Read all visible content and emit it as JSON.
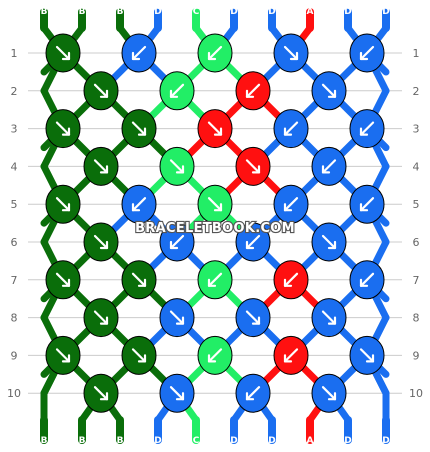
{
  "colors": {
    "B": "#0a6e0a",
    "C": "#22ee66",
    "D": "#1a6ef0",
    "A": "#ff1010",
    "knot_stroke": "#000000",
    "arrow": "#ffffff",
    "guide": "#cccccc",
    "label_text": "#666666"
  },
  "strands_top": [
    "B",
    "B",
    "B",
    "D",
    "C",
    "D",
    "D",
    "A",
    "D",
    "D"
  ],
  "strands_bottom": [
    "B",
    "B",
    "B",
    "D",
    "C",
    "D",
    "D",
    "A",
    "D",
    "D"
  ],
  "row_labels": [
    "1",
    "2",
    "3",
    "4",
    "5",
    "6",
    "7",
    "8",
    "9",
    "10"
  ],
  "watermark": "BRACELETBOOK.COM",
  "knots": [
    [
      {
        "c": "B",
        "d": "se"
      },
      {
        "c": "D",
        "d": "sw"
      },
      {
        "c": "C",
        "d": "sw"
      },
      {
        "c": "D",
        "d": "se"
      },
      {
        "c": "D",
        "d": "sw"
      }
    ],
    [
      {
        "c": "B",
        "d": "se"
      },
      {
        "c": "C",
        "d": "sw"
      },
      {
        "c": "A",
        "d": "sw"
      },
      {
        "c": "D",
        "d": "se"
      }
    ],
    [
      {
        "c": "B",
        "d": "se"
      },
      {
        "c": "B",
        "d": "se"
      },
      {
        "c": "A",
        "d": "se"
      },
      {
        "c": "D",
        "d": "sw"
      },
      {
        "c": "D",
        "d": "sw"
      }
    ],
    [
      {
        "c": "B",
        "d": "se"
      },
      {
        "c": "C",
        "d": "se"
      },
      {
        "c": "A",
        "d": "se"
      },
      {
        "c": "D",
        "d": "sw"
      }
    ],
    [
      {
        "c": "B",
        "d": "se"
      },
      {
        "c": "D",
        "d": "sw"
      },
      {
        "c": "C",
        "d": "se"
      },
      {
        "c": "D",
        "d": "sw"
      },
      {
        "c": "D",
        "d": "sw"
      }
    ],
    [
      {
        "c": "B",
        "d": "se"
      },
      {
        "c": "D",
        "d": "sw"
      },
      {
        "c": "D",
        "d": "sw"
      },
      {
        "c": "D",
        "d": "se"
      }
    ],
    [
      {
        "c": "B",
        "d": "se"
      },
      {
        "c": "B",
        "d": "se"
      },
      {
        "c": "C",
        "d": "sw"
      },
      {
        "c": "A",
        "d": "sw"
      },
      {
        "c": "D",
        "d": "sw"
      }
    ],
    [
      {
        "c": "B",
        "d": "se"
      },
      {
        "c": "D",
        "d": "se"
      },
      {
        "c": "D",
        "d": "se"
      },
      {
        "c": "D",
        "d": "se"
      }
    ],
    [
      {
        "c": "B",
        "d": "se"
      },
      {
        "c": "B",
        "d": "se"
      },
      {
        "c": "C",
        "d": "sw"
      },
      {
        "c": "A",
        "d": "sw"
      },
      {
        "c": "D",
        "d": "se"
      }
    ],
    [
      {
        "c": "B",
        "d": "se"
      },
      {
        "c": "D",
        "d": "se"
      },
      {
        "c": "D",
        "d": "sw"
      },
      {
        "c": "D",
        "d": "se"
      }
    ]
  ]
}
